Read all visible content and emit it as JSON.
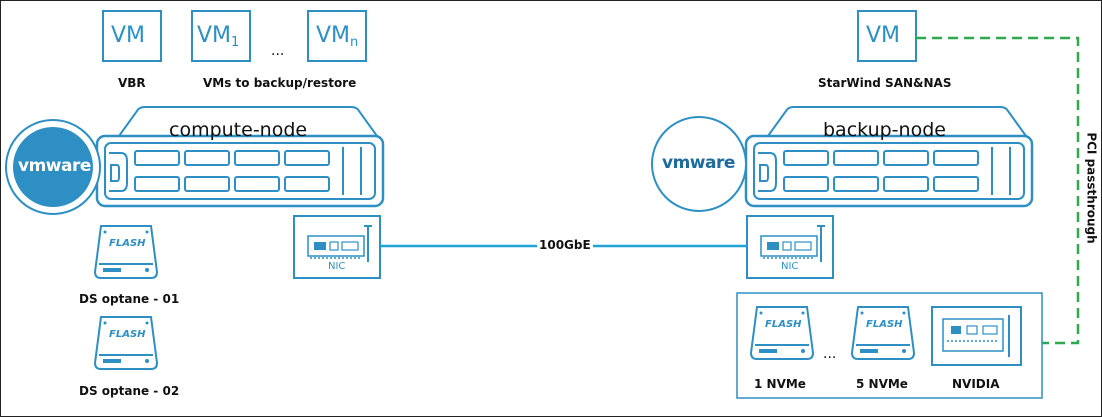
{
  "colors": {
    "accent": "#2d8fc4",
    "link": "#1ea2d8",
    "passthrough": "#2ea84a",
    "text": "#111111"
  },
  "compute": {
    "node_label": "compute-node",
    "vmware_logo": "vmware",
    "vms": [
      {
        "text": "VM",
        "sub": ""
      },
      {
        "text": "VM",
        "sub": "1"
      },
      {
        "text": "VM",
        "sub": "n"
      }
    ],
    "vm_ellipsis": "...",
    "vbr_label": "VBR",
    "vms_label": "VMs to backup/restore",
    "nic_label": "NIC",
    "disks": [
      {
        "chip": "FLASH",
        "label": "DS optane - 01"
      },
      {
        "chip": "FLASH",
        "label": "DS optane - 02"
      }
    ]
  },
  "link_label": "100GbE",
  "backup": {
    "node_label": "backup-node",
    "vmware_logo": "vmware",
    "vm": {
      "text": "VM",
      "label": "StarWind SAN&NAS"
    },
    "nic_label": "NIC",
    "passthrough_label": "PCI passthrough",
    "devices": [
      {
        "chip": "FLASH",
        "label": "1 NVMe"
      },
      {
        "chip": "FLASH",
        "label": "5 NVMe"
      },
      {
        "label": "NVIDIA"
      }
    ],
    "device_ellipsis": "..."
  }
}
